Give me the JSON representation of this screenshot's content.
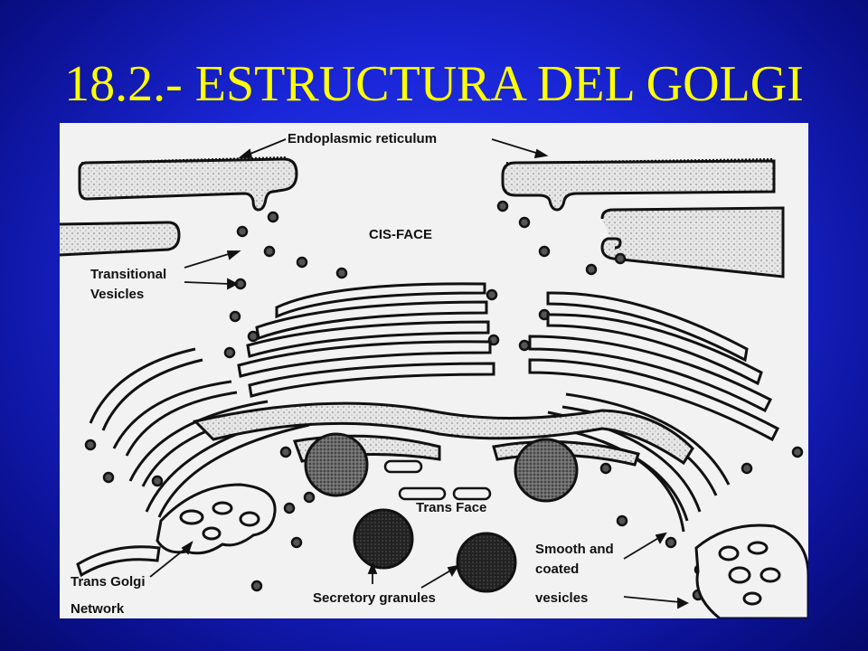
{
  "slide": {
    "title": "18.2.- ESTRUCTURA DEL GOLGI",
    "title_color": "#ffff00",
    "background_color": "#1a26d8"
  },
  "figure": {
    "labels": {
      "er": "Endoplasmic reticulum",
      "cis": "CIS-FACE",
      "transitional_1": "Transitional",
      "transitional_2": "Vesicles",
      "trans_face": "Trans Face",
      "smooth_1": "Smooth and",
      "smooth_2": "coated",
      "smooth_3": "vesicles",
      "tgn_1": "Trans Golgi",
      "tgn_2": "Network",
      "secretory": "Secretory granules"
    }
  }
}
